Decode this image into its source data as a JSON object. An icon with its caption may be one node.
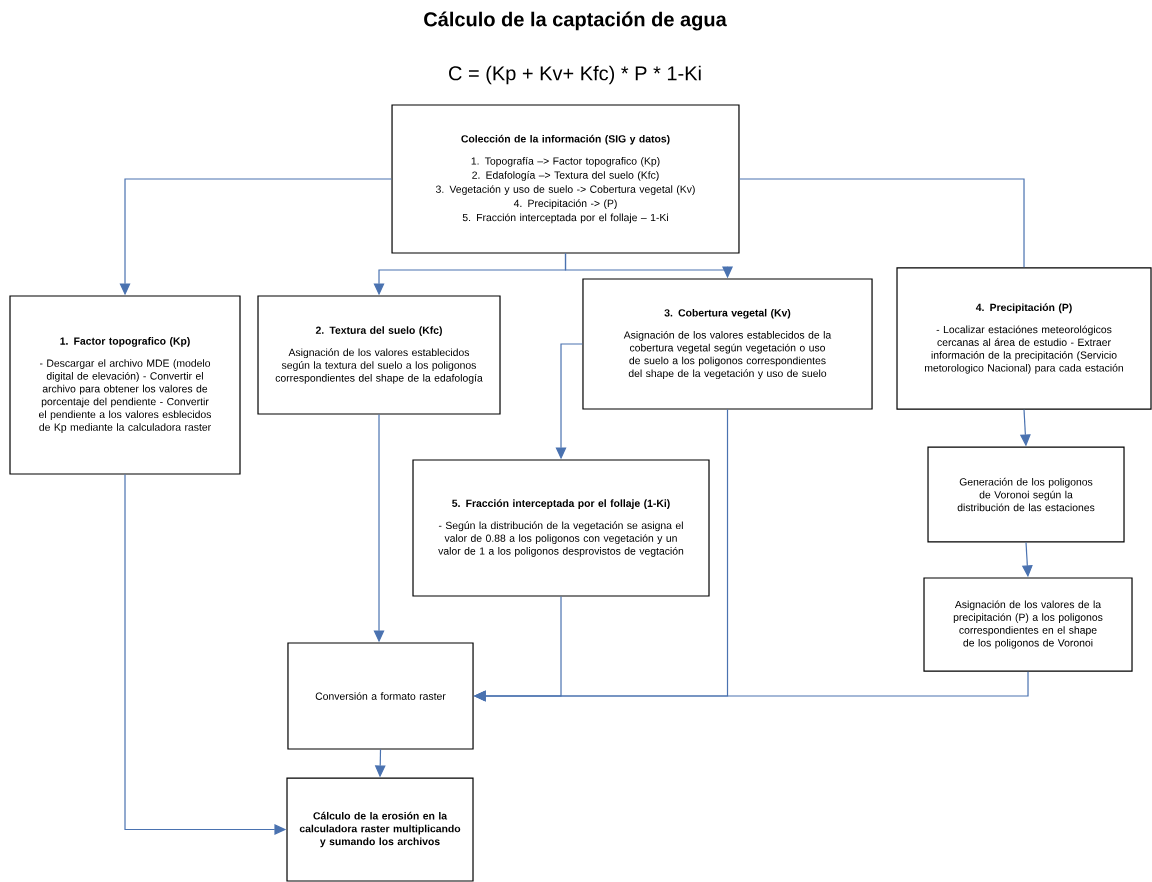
{
  "diagram": {
    "title": "Cálculo de la captación de agua",
    "labels": [
      "C = (Kp + Kv+ Kfc) * P * 1-Ki"
    ],
    "nodes": [
      {
        "text": [
          "Colección de la información (SIG y datos)",
          "1. Topografía –> Factor topografico (Kp)",
          "2.  Edafología –> Textura del suelo (Kfc)",
          "3. Vegetación y uso de suelo -> Cobertura vegetal (Kv)",
          "4. Precipitación ->  (P)",
          "5. Fracción interceptada por el follaje – 1-Ki"
        ]
      },
      {
        "text": [
          "1. Factor topografico (Kp)",
          "- Descargar el archivo MDE (modelo digital de elevación) - Convertir el archivo para obtener los valores de porcentaje del pendiente - Convertir el pendiente a los valores esblecidos de Kp mediante la calculadora raster"
        ]
      },
      {
        "text": [
          "2. Textura del suelo (Kfc)",
          "Asignación de los valores establecidos según la textura del suelo a los poligonos correspondientes del shape de la edafología"
        ]
      },
      {
        "text": [
          "3. Cobertura vegetal (Kv)",
          "Asignación de los valores establecidos de la cobertura vegetal según vegetación o uso de suelo a los poligonos correspondientes del shape de la vegetación y uso de suelo"
        ]
      },
      {
        "text": [
          "4. Precipitación (P)",
          "- Localizar estaciónes meteorológicos cercanas al área de estudio - Extraer información de la precipitación (Servicio metorologico Nacional) para cada estación"
        ]
      },
      {
        "text": [
          "5. Fracción interceptada por el follaje (1-Ki)",
          "- Según la distribución de la vegetación se asigna el valor de 0.88 a los poligonos con vegetación y un valor de 1 a los poligonos desprovistos de vegtación"
        ]
      },
      {
        "text": [
          "Generación de los poligonos de Voronoi según la distribución de las estaciones"
        ]
      },
      {
        "text": [
          "Asignación de los valores de la precipitación (P) a los poligonos correspondientes en el shape de los poligonos de Voronoi"
        ]
      },
      {
        "text": [
          "Conversión a formato raster"
        ]
      },
      {
        "text": [
          "Cálculo de la erosión en la calculadora raster multiplicando y sumando los archivos"
        ]
      }
    ],
    "edges": [
      {
        "from": 0,
        "to": 1,
        "arrow": "to"
      },
      {
        "from": 0,
        "to": 2,
        "arrow": "to"
      },
      {
        "from": 0,
        "to": 3,
        "arrow": "to"
      },
      {
        "from": 0,
        "to": 4,
        "arrow": "none"
      },
      {
        "from": 3,
        "to": 5,
        "arrow": "to"
      },
      {
        "from": 4,
        "to": 6,
        "arrow": "to"
      },
      {
        "from": 6,
        "to": 7,
        "arrow": "to"
      },
      {
        "from": 2,
        "to": 8,
        "arrow": "to"
      },
      {
        "from": 5,
        "to": 8,
        "arrow": "to"
      },
      {
        "from": 3,
        "to": 8,
        "arrow": "to"
      },
      {
        "from": 7,
        "to": 8,
        "arrow": "to"
      },
      {
        "from": 8,
        "to": 9,
        "arrow": "to"
      },
      {
        "from": 1,
        "to": 9,
        "arrow": "to"
      }
    ]
  }
}
